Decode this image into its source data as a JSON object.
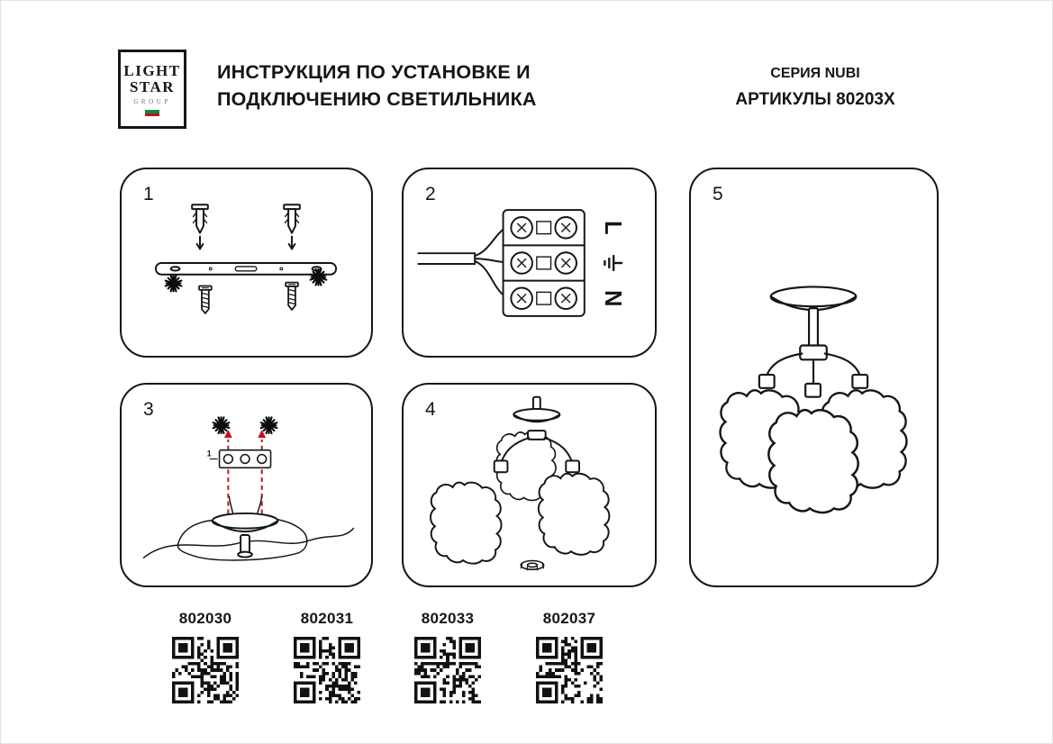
{
  "header": {
    "logo": {
      "word1": "LIGHT",
      "word2": "STAR",
      "word3": "GROUP"
    },
    "title_line1": "ИНСТРУКЦИЯ ПО УСТАНОВКЕ И",
    "title_line2": "ПОДКЛЮЧЕНИЮ СВЕТИЛЬНИКА",
    "series": "СЕРИЯ NUBI",
    "articles": "АРТИКУЛЫ 80203X"
  },
  "steps": [
    {
      "number": "1"
    },
    {
      "number": "2"
    },
    {
      "number": "3"
    },
    {
      "number": "4"
    },
    {
      "number": "5"
    }
  ],
  "wiring_labels": {
    "line": "L",
    "earth": "earth-symbol",
    "neutral": "N"
  },
  "panel3": {
    "callout": "1"
  },
  "footer": {
    "items": [
      {
        "code": "802030"
      },
      {
        "code": "802031"
      },
      {
        "code": "802033"
      },
      {
        "code": "802037"
      }
    ]
  },
  "colors": {
    "ink": "#161616",
    "accent_red": "#c0121c",
    "logo_green": "#0a8a3c"
  }
}
